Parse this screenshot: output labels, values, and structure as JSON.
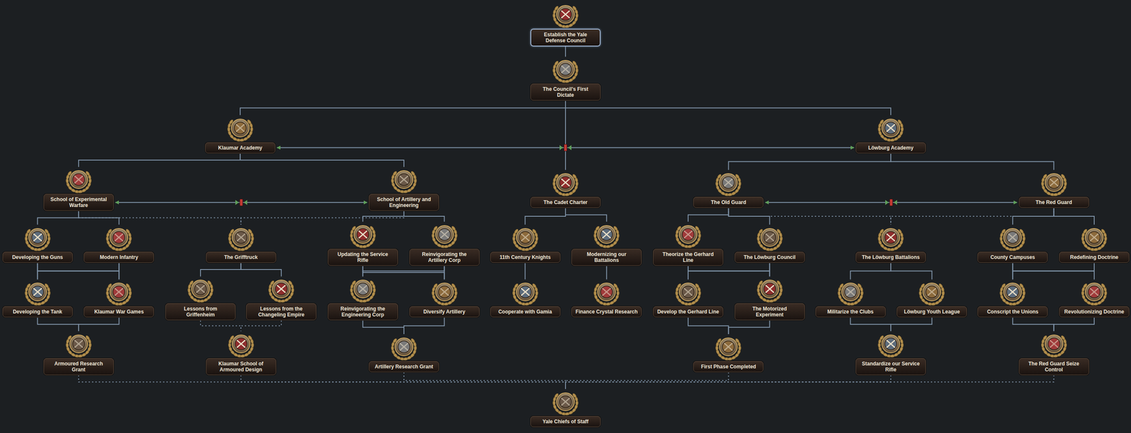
{
  "diagram": {
    "nodes": [
      {
        "text": [
          "Establish the Yale Defense Council"
        ]
      },
      {
        "text": [
          "The Council's First Dictate"
        ]
      },
      {
        "text": [
          "Klaumar Academy"
        ]
      },
      {
        "text": [
          "Löwburg Academy"
        ]
      },
      {
        "text": [
          "School of Experimental Warfare"
        ]
      },
      {
        "text": [
          "School of Artillery and Engineering"
        ]
      },
      {
        "text": [
          "The Cadet Charter"
        ]
      },
      {
        "text": [
          "The Old Guard"
        ]
      },
      {
        "text": [
          "The Red Guard"
        ]
      },
      {
        "text": [
          "Developing the Guns"
        ]
      },
      {
        "text": [
          "Modern Infantry"
        ]
      },
      {
        "text": [
          "The Grifftruck"
        ]
      },
      {
        "text": [
          "Updating the Service Rifle"
        ]
      },
      {
        "text": [
          "Reinvigorating the Artillery Corp"
        ]
      },
      {
        "text": [
          "11th Century Knights"
        ]
      },
      {
        "text": [
          "Modernizing our Battalions"
        ]
      },
      {
        "text": [
          "Theorize the Gerhard Line"
        ]
      },
      {
        "text": [
          "The Löwburg Council"
        ]
      },
      {
        "text": [
          "The Löwburg Battalions"
        ]
      },
      {
        "text": [
          "County Campuses"
        ]
      },
      {
        "text": [
          "Redefining Doctrine"
        ]
      },
      {
        "text": [
          "Developing the Tank"
        ]
      },
      {
        "text": [
          "Klaumar War Games"
        ]
      },
      {
        "text": [
          "Lessons from Griffenheim"
        ]
      },
      {
        "text": [
          "Lessons from the Changeling Empire"
        ]
      },
      {
        "text": [
          "Reinvigorating the Engineering Corp"
        ]
      },
      {
        "text": [
          "Diversify Artillery"
        ]
      },
      {
        "text": [
          "Cooperate with Gamia"
        ]
      },
      {
        "text": [
          "Finance Crystal Research"
        ]
      },
      {
        "text": [
          "Develop the Gerhard Line"
        ]
      },
      {
        "text": [
          "The Motorized Experiment"
        ]
      },
      {
        "text": [
          "Militarize the Clubs"
        ]
      },
      {
        "text": [
          "Löwburg Youth League"
        ]
      },
      {
        "text": [
          "Conscript the Unions"
        ]
      },
      {
        "text": [
          "Revolutionizing Doctrine"
        ]
      },
      {
        "text": [
          "Armoured Research Grant"
        ]
      },
      {
        "text": [
          "Klaumar School of Armoured Design"
        ]
      },
      {
        "text": [
          "Artillery Research Grant"
        ]
      },
      {
        "text": [
          "First Phase Completed"
        ]
      },
      {
        "text": [
          "Standardize our Service Rifle"
        ]
      },
      {
        "text": [
          "The Red Guard Seize Control"
        ]
      },
      {
        "text": [
          "Yale Chiefs of Staff"
        ]
      }
    ],
    "edges": [
      {
        "from": 0,
        "to": 1,
        "arrow": "none"
      },
      {
        "from": 1,
        "to": 2,
        "arrow": "none"
      },
      {
        "from": 1,
        "to": 3,
        "arrow": "none"
      },
      {
        "from": 1,
        "to": 6,
        "arrow": "none"
      },
      {
        "from": 2,
        "to": 3,
        "arrow": "both"
      },
      {
        "from": 2,
        "to": 4,
        "arrow": "none"
      },
      {
        "from": 2,
        "to": 5,
        "arrow": "none"
      },
      {
        "from": 4,
        "to": 5,
        "arrow": "both"
      },
      {
        "from": 3,
        "to": 7,
        "arrow": "none"
      },
      {
        "from": 3,
        "to": 8,
        "arrow": "none"
      },
      {
        "from": 7,
        "to": 8,
        "arrow": "both"
      },
      {
        "from": 4,
        "to": 9,
        "arrow": "none"
      },
      {
        "from": 4,
        "to": 10,
        "arrow": "none"
      },
      {
        "from": 4,
        "to": 11,
        "arrow": "none"
      },
      {
        "from": 5,
        "to": 11,
        "arrow": "none"
      },
      {
        "from": 5,
        "to": 12,
        "arrow": "none"
      },
      {
        "from": 5,
        "to": 13,
        "arrow": "none"
      },
      {
        "from": 6,
        "to": 14,
        "arrow": "none"
      },
      {
        "from": 6,
        "to": 15,
        "arrow": "none"
      },
      {
        "from": 7,
        "to": 16,
        "arrow": "none"
      },
      {
        "from": 7,
        "to": 17,
        "arrow": "none"
      },
      {
        "from": 7,
        "to": 18,
        "arrow": "none"
      },
      {
        "from": 8,
        "to": 18,
        "arrow": "none"
      },
      {
        "from": 8,
        "to": 19,
        "arrow": "none"
      },
      {
        "from": 8,
        "to": 20,
        "arrow": "none"
      },
      {
        "from": 9,
        "to": 21,
        "arrow": "none"
      },
      {
        "from": 10,
        "to": 21,
        "arrow": "none"
      },
      {
        "from": 9,
        "to": 22,
        "arrow": "none"
      },
      {
        "from": 10,
        "to": 22,
        "arrow": "none"
      },
      {
        "from": 11,
        "to": 23,
        "arrow": "none"
      },
      {
        "from": 11,
        "to": 24,
        "arrow": "none"
      },
      {
        "from": 12,
        "to": 25,
        "arrow": "none"
      },
      {
        "from": 13,
        "to": 25,
        "arrow": "none"
      },
      {
        "from": 12,
        "to": 26,
        "arrow": "none"
      },
      {
        "from": 13,
        "to": 26,
        "arrow": "none"
      },
      {
        "from": 14,
        "to": 27,
        "arrow": "none"
      },
      {
        "from": 15,
        "to": 28,
        "arrow": "none"
      },
      {
        "from": 16,
        "to": 29,
        "arrow": "none"
      },
      {
        "from": 17,
        "to": 29,
        "arrow": "none"
      },
      {
        "from": 16,
        "to": 30,
        "arrow": "none"
      },
      {
        "from": 17,
        "to": 30,
        "arrow": "none"
      },
      {
        "from": 18,
        "to": 31,
        "arrow": "none"
      },
      {
        "from": 18,
        "to": 32,
        "arrow": "none"
      },
      {
        "from": 19,
        "to": 33,
        "arrow": "none"
      },
      {
        "from": 20,
        "to": 33,
        "arrow": "none"
      },
      {
        "from": 19,
        "to": 34,
        "arrow": "none"
      },
      {
        "from": 20,
        "to": 34,
        "arrow": "none"
      },
      {
        "from": 21,
        "to": 35,
        "arrow": "none"
      },
      {
        "from": 22,
        "to": 35,
        "arrow": "none"
      },
      {
        "from": 23,
        "to": 36,
        "arrow": "none"
      },
      {
        "from": 24,
        "to": 36,
        "arrow": "none"
      },
      {
        "from": 25,
        "to": 37,
        "arrow": "none"
      },
      {
        "from": 26,
        "to": 37,
        "arrow": "none"
      },
      {
        "from": 29,
        "to": 38,
        "arrow": "none"
      },
      {
        "from": 30,
        "to": 38,
        "arrow": "none"
      },
      {
        "from": 31,
        "to": 39,
        "arrow": "none"
      },
      {
        "from": 32,
        "to": 39,
        "arrow": "none"
      },
      {
        "from": 33,
        "to": 40,
        "arrow": "none"
      },
      {
        "from": 34,
        "to": 40,
        "arrow": "none"
      },
      {
        "from": 35,
        "to": 41,
        "arrow": "none"
      },
      {
        "from": 36,
        "to": 41,
        "arrow": "none"
      },
      {
        "from": 37,
        "to": 41,
        "arrow": "none"
      },
      {
        "from": 38,
        "to": 41,
        "arrow": "none"
      },
      {
        "from": 39,
        "to": 41,
        "arrow": "none"
      },
      {
        "from": 40,
        "to": 41,
        "arrow": "none"
      }
    ]
  }
}
